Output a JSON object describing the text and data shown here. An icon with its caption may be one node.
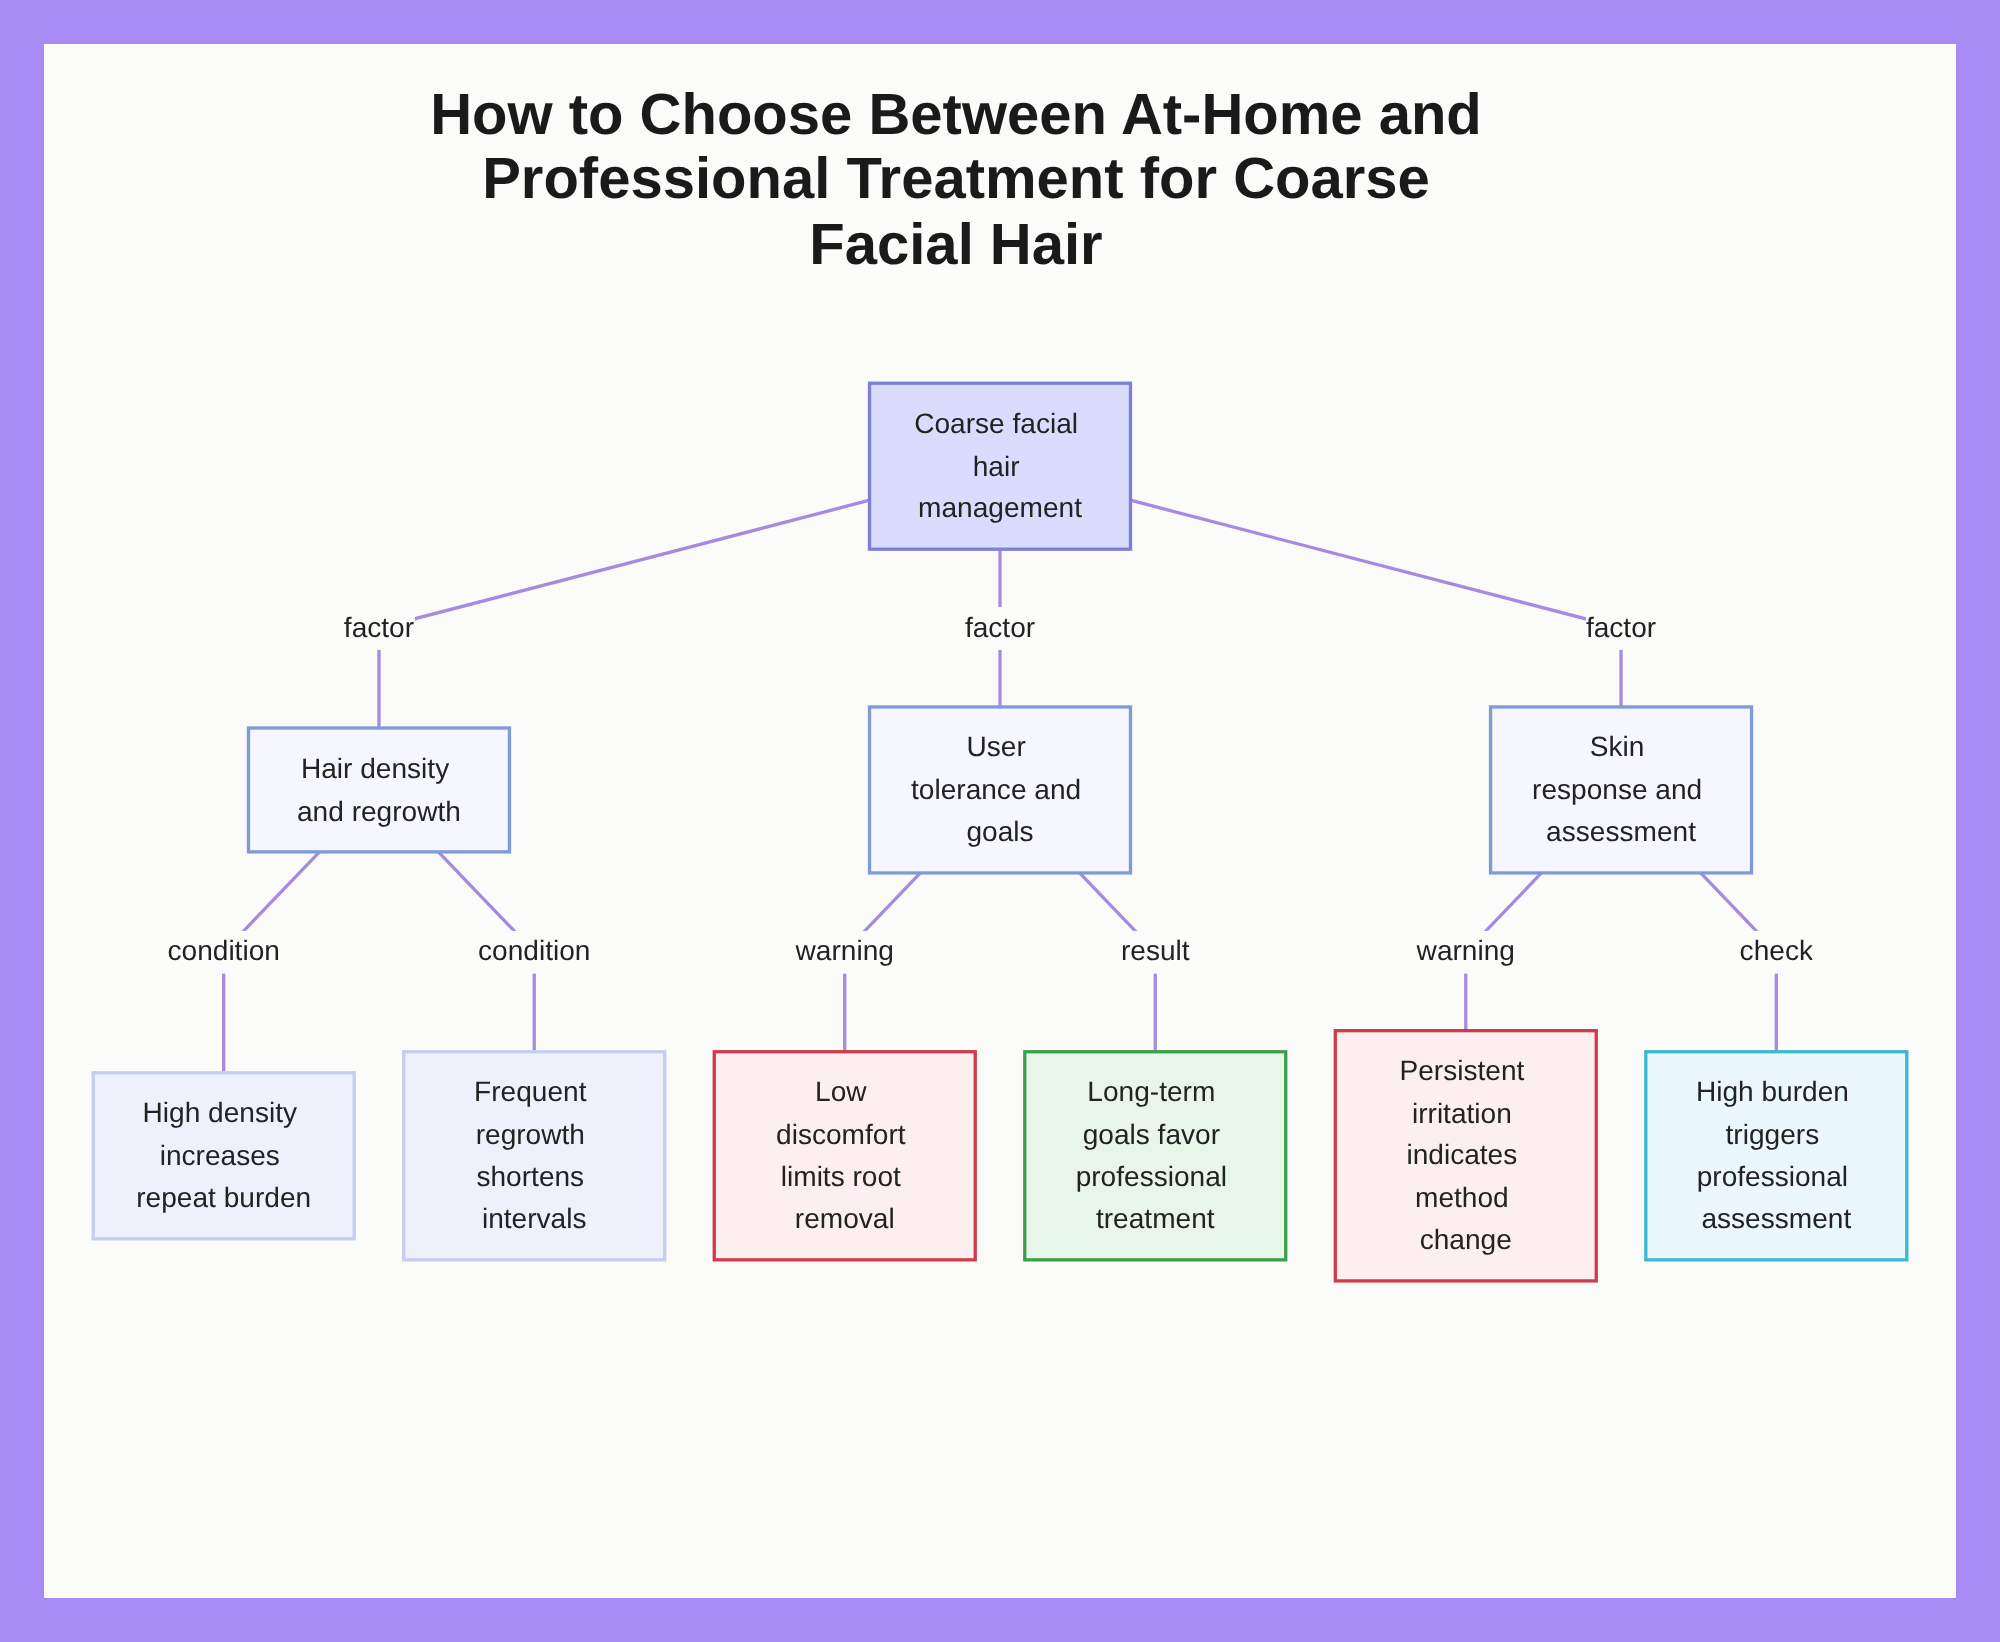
{
  "diagram": {
    "title": "How to Choose Between At-Home and Professional Treatment for Coarse Facial Hair",
    "nodes": [
      {
        "text": [
          "Coarse facial hair management"
        ]
      },
      {
        "text": [
          "Hair density and regrowth"
        ]
      },
      {
        "text": [
          "User tolerance and goals"
        ]
      },
      {
        "text": [
          "Skin response and assessment"
        ]
      },
      {
        "text": [
          "High density increases repeat burden"
        ]
      },
      {
        "text": [
          "Frequent regrowth shortens intervals"
        ]
      },
      {
        "text": [
          "Low discomfort limits root removal"
        ]
      },
      {
        "text": [
          "Long-term goals favor professional treatment"
        ]
      },
      {
        "text": [
          "Persistent irritation indicates method change"
        ]
      },
      {
        "text": [
          "High burden triggers professional assessment"
        ]
      }
    ],
    "edges": [
      {
        "from": 0,
        "to": 1,
        "arrow": "none",
        "label": "factor"
      },
      {
        "from": 0,
        "to": 2,
        "arrow": "none",
        "label": "factor"
      },
      {
        "from": 0,
        "to": 3,
        "arrow": "none",
        "label": "factor"
      },
      {
        "from": 1,
        "to": 4,
        "arrow": "none",
        "label": "condition"
      },
      {
        "from": 1,
        "to": 5,
        "arrow": "none",
        "label": "condition"
      },
      {
        "from": 2,
        "to": 6,
        "arrow": "none",
        "label": "warning"
      },
      {
        "from": 2,
        "to": 7,
        "arrow": "none",
        "label": "result"
      },
      {
        "from": 3,
        "to": 8,
        "arrow": "none",
        "label": "warning"
      },
      {
        "from": 3,
        "to": 9,
        "arrow": "none",
        "label": "check"
      }
    ]
  }
}
